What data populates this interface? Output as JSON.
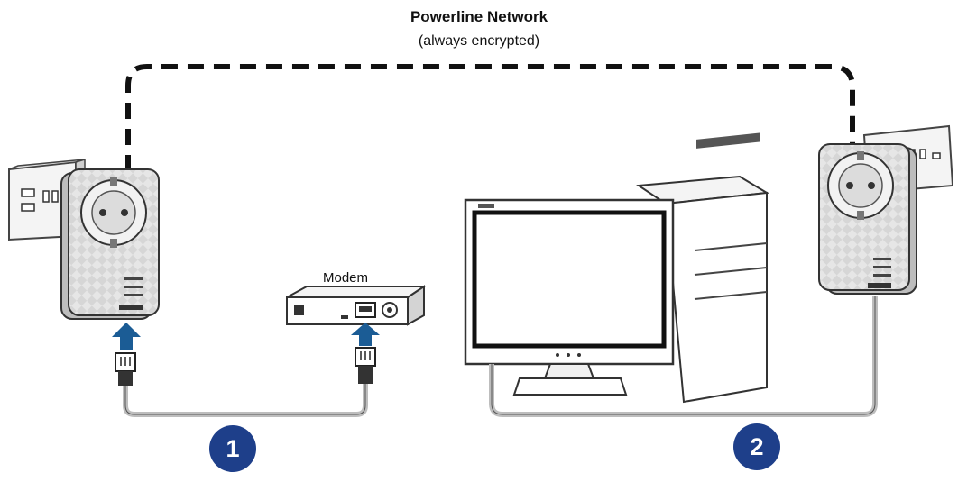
{
  "network": {
    "title": "Powerline Network",
    "subtitle": "(always encrypted)"
  },
  "modem": {
    "label": "Modem"
  },
  "steps": {
    "one": "1",
    "two": "2"
  },
  "colors": {
    "step_badge": "#1e3f8a",
    "arrow": "#1b5c95",
    "line": "#222222",
    "device_fill": "#e9e9e9"
  },
  "icons": [
    "wall-socket-icon",
    "powerline-adapter-icon",
    "modem-icon",
    "ethernet-plug-icon",
    "monitor-icon",
    "pc-tower-icon"
  ]
}
